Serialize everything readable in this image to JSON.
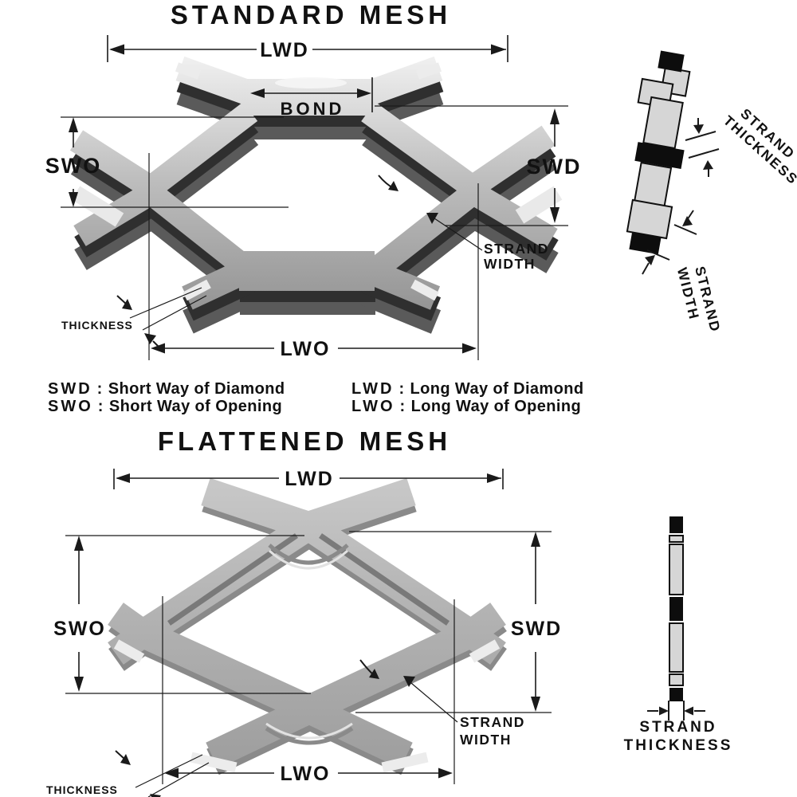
{
  "standard": {
    "title": "STANDARD MESH",
    "labels": {
      "lwd": "LWD",
      "bond": "BOND",
      "swo": "SWO",
      "swd": "SWD",
      "strand": "STRAND",
      "width": "WIDTH",
      "thickness": "THICKNESS",
      "lwo": "LWO"
    },
    "cross_section": {
      "strand_thickness": {
        "line1": "STRAND",
        "line2": "THICKNESS"
      },
      "strand_width": {
        "line1": "STRAND",
        "line2": "WIDTH"
      }
    }
  },
  "legend": {
    "separator": ":",
    "items": [
      {
        "abbr": "SWD",
        "definition": "Short Way of Diamond"
      },
      {
        "abbr": "SWO",
        "definition": "Short Way of Opening"
      },
      {
        "abbr": "LWD",
        "definition": "Long Way of Diamond"
      },
      {
        "abbr": "LWO",
        "definition": "Long Way of Opening"
      }
    ]
  },
  "flattened": {
    "title": "FLATTENED MESH",
    "labels": {
      "lwd": "LWD",
      "swo": "SWO",
      "swd": "SWD",
      "strand": "STRAND",
      "width": "WIDTH",
      "lwo": "LWO",
      "thickness": "THICKNESS"
    },
    "cross_section": {
      "strand_thickness": {
        "line1": "STRAND",
        "line2": "THICKNESS"
      }
    }
  },
  "colors": {
    "background": "#ffffff",
    "line": "#1a1a1a",
    "text": "#111111",
    "metal_light": "#ededed",
    "metal_mid": "#b9b9b9",
    "metal_dark": "#8a8a8a",
    "underside_dark": "#2f2f2f",
    "bond_black": "#0d0d0d"
  }
}
